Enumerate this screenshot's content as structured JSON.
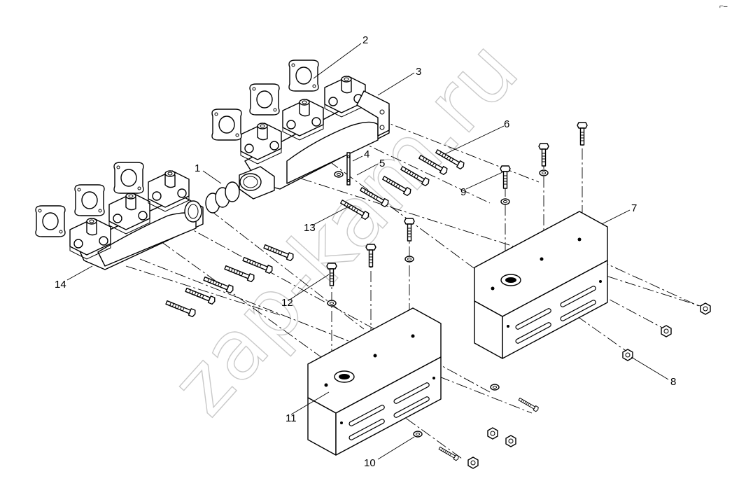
{
  "watermark": "zap-kam.ru",
  "corner_mark": "⌐–",
  "callouts": [
    {
      "id": "1",
      "text": "1"
    },
    {
      "id": "2",
      "text": "2"
    },
    {
      "id": "3",
      "text": "3"
    },
    {
      "id": "4",
      "text": "4"
    },
    {
      "id": "5",
      "text": "5"
    },
    {
      "id": "6",
      "text": "6"
    },
    {
      "id": "7",
      "text": "7"
    },
    {
      "id": "8",
      "text": "8"
    },
    {
      "id": "9",
      "text": "9"
    },
    {
      "id": "10",
      "text": "10"
    },
    {
      "id": "11",
      "text": "11"
    },
    {
      "id": "12",
      "text": "12"
    },
    {
      "id": "13",
      "text": "13"
    },
    {
      "id": "14",
      "text": "14"
    }
  ]
}
